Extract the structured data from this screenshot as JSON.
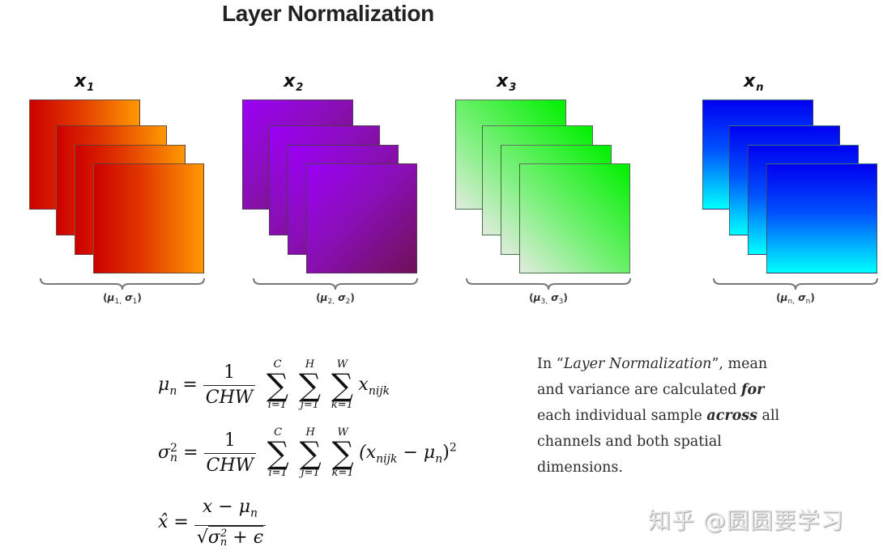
{
  "title": "Layer Normalization",
  "samples": [
    {
      "label": "x",
      "sub": "1",
      "stats_mu": "μ",
      "stats_mu_sub": "1,",
      "stats_sigma": "σ",
      "stats_sigma_sub": "1",
      "gradient": "linear-gradient(90deg, #cc0000 0%, #e23a00 45%, #ff9800 100%)"
    },
    {
      "label": "x",
      "sub": "2",
      "stats_mu": "μ",
      "stats_mu_sub": "2,",
      "stats_sigma": "σ",
      "stats_sigma_sub": "2",
      "gradient": "linear-gradient(135deg, #9b00f5 0%, #8a0fb8 45%, #6e1055 100%)"
    },
    {
      "label": "x",
      "sub": "3",
      "stats_mu": "μ",
      "stats_mu_sub": "3,",
      "stats_sigma": "σ",
      "stats_sigma_sub": "3",
      "gradient": "linear-gradient(45deg, #e2ecdf 0%, #7ff07f 40%, #00f000 100%)"
    },
    {
      "label": "x",
      "sub": "n",
      "stats_mu": "μ",
      "stats_mu_sub": "n,",
      "stats_sigma": "σ",
      "stats_sigma_sub": "n",
      "gradient": "linear-gradient(180deg, #0000f0 0%, #0050ff 45%, #00ffff 100%)"
    }
  ],
  "formulas": {
    "mean": {
      "lhs": "μ",
      "lhs_sub": "n",
      "eq": "=",
      "num": "1",
      "den": "CHW",
      "sums": [
        {
          "top": "C",
          "bot": "i=1"
        },
        {
          "top": "H",
          "bot": "j=1"
        },
        {
          "top": "W",
          "bot": "k=1"
        }
      ],
      "term": "x",
      "term_sub": "nijk"
    },
    "variance": {
      "lhs": "σ",
      "lhs_sup": "2",
      "lhs_sub": "n",
      "eq": "=",
      "num": "1",
      "den": "CHW",
      "sums": [
        {
          "top": "C",
          "bot": "i=1"
        },
        {
          "top": "H",
          "bot": "j=1"
        },
        {
          "top": "W",
          "bot": "k=1"
        }
      ],
      "term_open": "(x",
      "term_sub": "nijk",
      "term_minus": " − μ",
      "term_mu_sub": "n",
      "term_close": ")",
      "term_sup": "2"
    },
    "normalize": {
      "lhs": "x̂",
      "eq": "=",
      "num": "x − μ",
      "num_sub": "n",
      "den_sqrt": "√",
      "den_sigma": "σ",
      "den_sup": "2",
      "den_sub": "n",
      "den_rest": " + ϵ"
    }
  },
  "description": {
    "part1": "In “",
    "part2": "Layer Normalization",
    "part3": "”, mean and variance are calculated ",
    "part4": "for",
    "part5": " each individual sample ",
    "part6": "across",
    "part7": " all channels and both spatial dimensions."
  },
  "watermark": "知乎 @圆圆要学习"
}
